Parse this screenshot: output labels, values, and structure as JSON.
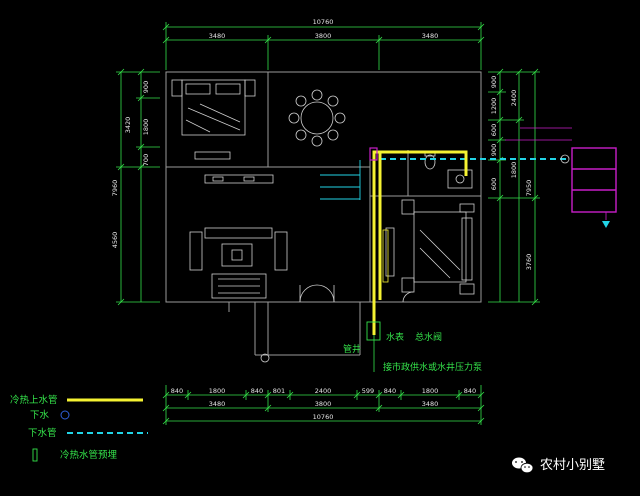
{
  "dimensions": {
    "top_total": "10760",
    "top_segments": [
      "3480",
      "3800",
      "3480"
    ],
    "bottom_segments": [
      "840",
      "1800",
      "840",
      "801",
      "2400",
      "599",
      "840",
      "1800",
      "840"
    ],
    "bottom_mid": [
      "3480",
      "3800",
      "3480"
    ],
    "bottom_total": "10760",
    "left_outer": [
      "7960",
      "4560"
    ],
    "left_inner": [
      "900",
      "3420",
      "1800",
      "700"
    ],
    "right_inner": [
      "900",
      "1200",
      "600",
      "900",
      "1800",
      "600"
    ],
    "right_outer": [
      "2400",
      "7950",
      "3760"
    ]
  },
  "annotations": {
    "well": "管井",
    "meter": "水表",
    "main_valve": "总水阀",
    "pump": "接市政供水或水井压力泵"
  },
  "legend": [
    {
      "label": "冷热上水管",
      "color": "#f5f232"
    },
    {
      "label": "下水",
      "color": "#2f5fd8"
    },
    {
      "label": "下水管",
      "color": "#22d4e6"
    },
    {
      "label": "冷热水管预埋",
      "color": "#34e24a"
    }
  ],
  "brand": {
    "icon": "wechat-icon",
    "text": "农村小别墅"
  },
  "colors": {
    "supply": "#f5f232",
    "drain": "#22d4e6",
    "dim": "#34e24a",
    "wall": "#9a9a9a",
    "fixture": "#cfcfcf",
    "box": "#c81ec8"
  }
}
